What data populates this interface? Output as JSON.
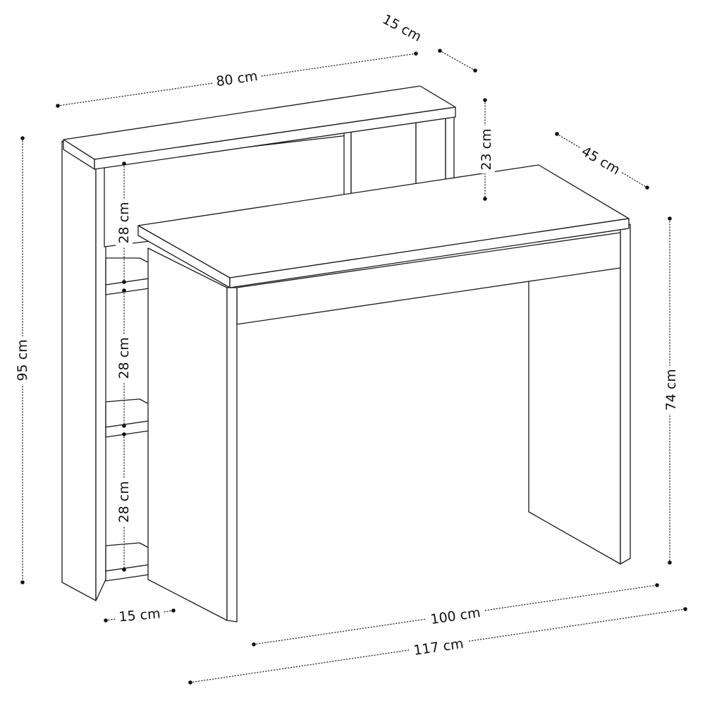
{
  "dimensions": {
    "hutch_width": "80 cm",
    "hutch_depth": "15 cm",
    "hutch_height": "23 cm",
    "desk_depth": "45 cm",
    "total_height": "95 cm",
    "desk_height": "74 cm",
    "shelf_gap_top": "28 cm",
    "shelf_gap_middle": "28 cm",
    "shelf_gap_bottom": "28 cm",
    "side_unit_width": "15 cm",
    "desk_width": "100 cm",
    "total_width": "117 cm"
  },
  "colors": {
    "line": "#1a1a1a",
    "background": "#ffffff"
  }
}
